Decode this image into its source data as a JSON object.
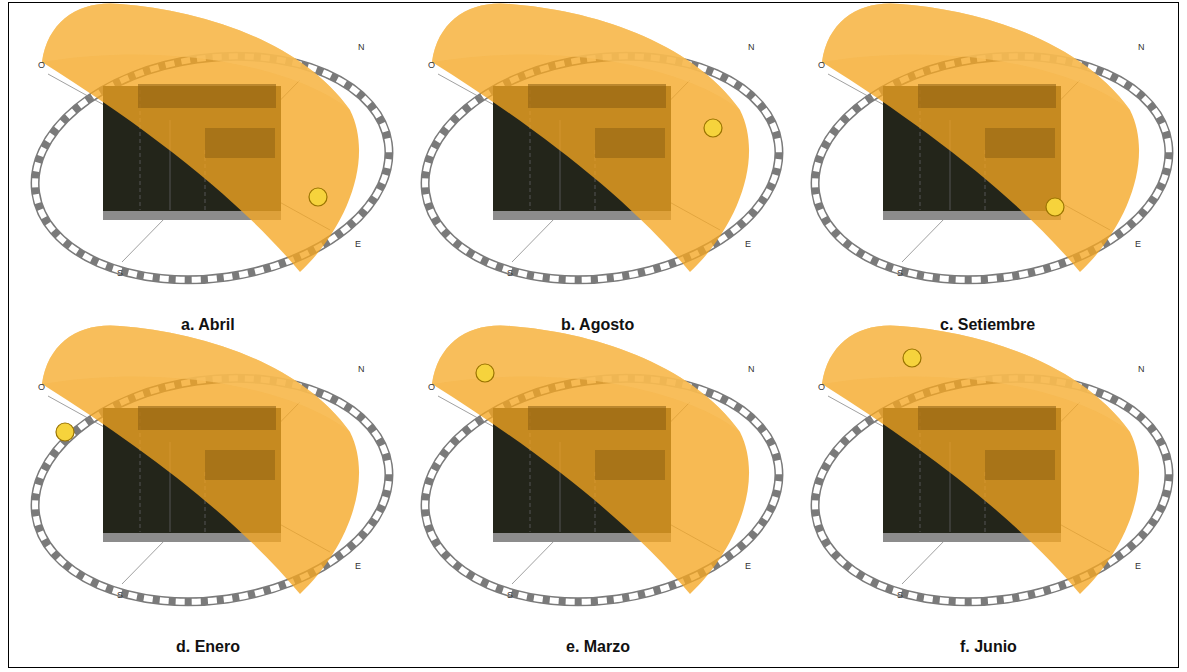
{
  "diagram": {
    "labels": [
      "O",
      "N",
      "E",
      "S",
      "a. Abril",
      "O",
      "N",
      "E",
      "S",
      "b. Agosto",
      "O",
      "N",
      "E",
      "S",
      "c. Setiembre",
      "O",
      "N",
      "E",
      "S",
      "d. Enero",
      "O",
      "N",
      "E",
      "S",
      "e. Marzo",
      "O",
      "N",
      "E",
      "S",
      "f. Junio"
    ]
  }
}
